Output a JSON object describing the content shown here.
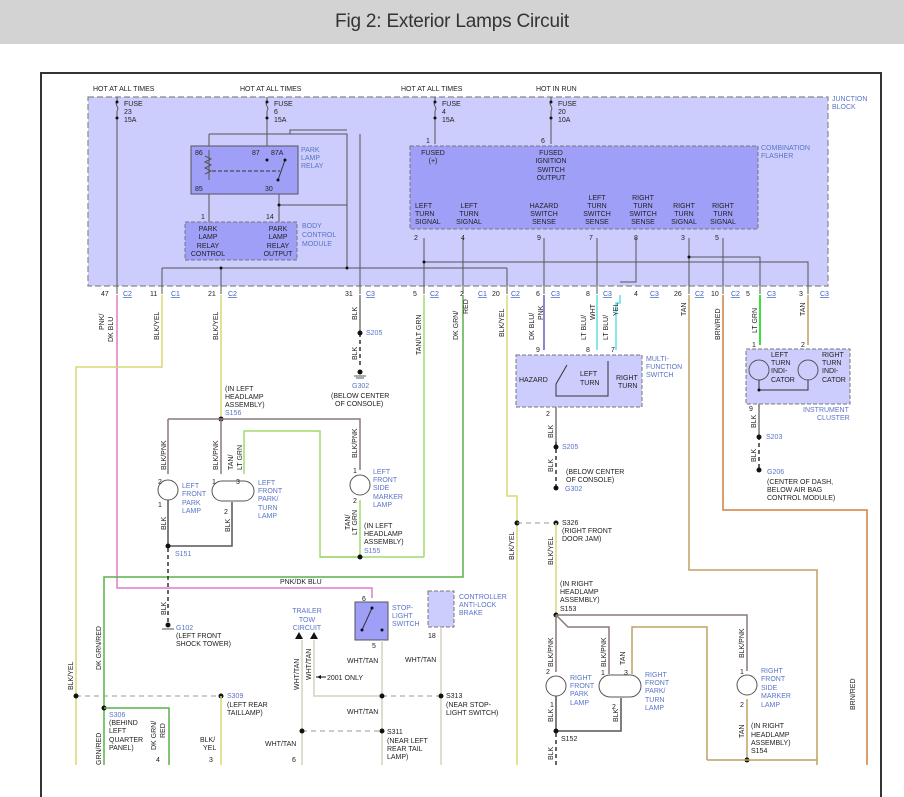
{
  "title": "Fig 2: Exterior Lamps Circuit",
  "power": {
    "hot1": "HOT AT ALL TIMES",
    "hot2": "HOT AT ALL TIMES",
    "hot3": "HOT AT ALL TIMES",
    "hot4": "HOT IN RUN"
  },
  "fuses": [
    {
      "label": "FUSE",
      "num": "23",
      "amps": "15A"
    },
    {
      "label": "FUSE",
      "num": "6",
      "amps": "15A"
    },
    {
      "label": "FUSE",
      "num": "4",
      "amps": "15A"
    },
    {
      "label": "FUSE",
      "num": "20",
      "amps": "10A"
    }
  ],
  "junction_block": {
    "l1": "JUNCTION",
    "l2": "BLOCK"
  },
  "park_relay": {
    "l1": "PARK",
    "l2": "LAMP",
    "l3": "RELAY",
    "p86": "86",
    "p85": "85",
    "p87": "87",
    "p87a": "87A",
    "p30": "30"
  },
  "bcm": {
    "l1": "BODY",
    "l2": "CONTROL",
    "l3": "MODULE",
    "pin1": "1",
    "pin14": "14",
    "left": [
      "PARK",
      "LAMP",
      "RELAY",
      "CONTROL"
    ],
    "right": [
      "PARK",
      "LAMP",
      "RELAY",
      "OUTPUT"
    ]
  },
  "flasher": {
    "l1": "COMBINATION",
    "l2": "FLASHER",
    "pin1": "1",
    "pin6": "6",
    "fused_plus": [
      "FUSED",
      "(+)"
    ],
    "fused_ign": [
      "FUSED",
      "IGNITION",
      "SWITCH",
      "OUTPUT"
    ],
    "outputs": [
      {
        "pin": "2",
        "lines": [
          "LEFT",
          "TURN",
          "SIGNAL"
        ]
      },
      {
        "pin": "4",
        "lines": [
          "LEFT",
          "TURN",
          "SIGNAL"
        ]
      },
      {
        "pin": "9",
        "lines": [
          "HAZARD",
          "SWITCH",
          "SENSE"
        ]
      },
      {
        "pin": "7",
        "lines": [
          "LEFT",
          "TURN",
          "SWITCH",
          "SENSE"
        ]
      },
      {
        "pin": "8",
        "lines": [
          "RIGHT",
          "TURN",
          "SWITCH",
          "SENSE"
        ]
      },
      {
        "pin": "3",
        "lines": [
          "RIGHT",
          "TURN",
          "SIGNAL"
        ]
      },
      {
        "pin": "5",
        "lines": [
          "RIGHT",
          "TURN",
          "SIGNAL"
        ]
      }
    ]
  },
  "connectors": [
    {
      "pin": "47",
      "conn": "C2"
    },
    {
      "pin": "11",
      "conn": "C1"
    },
    {
      "pin": "21",
      "conn": "C2"
    },
    {
      "pin": "31",
      "conn": "C3"
    },
    {
      "pin": "5",
      "conn": "C2"
    },
    {
      "pin": "2",
      "conn": "C1"
    },
    {
      "pin": "20",
      "conn": "C2"
    },
    {
      "pin": "6",
      "conn": "C3"
    },
    {
      "pin": "8",
      "conn": "C3"
    },
    {
      "pin": "4",
      "conn": "C3"
    },
    {
      "pin": "26",
      "conn": "C2"
    },
    {
      "pin": "10",
      "conn": "C2"
    },
    {
      "pin": "5",
      "conn": "C3"
    },
    {
      "pin": "3",
      "conn": "C3"
    }
  ],
  "wires": {
    "pnk_dkblu_1": "PNK/",
    "pnk_dkblu_2": "DK BLU",
    "blk_yel_a": "BLK/YEL",
    "blk_yel_b": "BLK/YEL",
    "blk_yel_c": "BLK/YEL",
    "blk_a": "BLK",
    "blk_b": "BLK",
    "tan_ltgrn": "TAN/LT GRN",
    "dkgrn_red_1": "DK GRN/",
    "dkgrn_red_2": "RED",
    "dkblu": "DK BLU/",
    "pnk": "PNK",
    "ltblu_1": "LT BLU/",
    "wht": "WHT",
    "ltblu_2": "LT BLU/",
    "yel": "YEL",
    "tan_a": "TAN",
    "brn_red": "BRN/RED",
    "lt_grn": "LT GRN",
    "tan_b": "TAN",
    "blk_pnk_1": "BLK/PNK",
    "blk_pnk_2": "BLK/PNK",
    "tan_2": "TAN/",
    "lt_grn_2": "LT GRN",
    "blk_pnk_3": "BLK/PNK",
    "blk_c": "BLK",
    "blk_d": "BLK",
    "tan_3": "TAN/",
    "lt_grn_3": "LT GRN",
    "blk_e": "BLK",
    "blk_f": "BLK",
    "blk_g": "BLK",
    "blk_h": "BLK",
    "blk_i": "BLK",
    "pnk_dkblu_h": "PNK/DK BLU",
    "blk_j": "BLK",
    "blk_yel_d": "BLK/YEL",
    "dk_grn_red_v": "DK GRN/RED",
    "blk_yel_e": "BLK/YEL",
    "blk_yel_f": "BLK/YEL",
    "blk_pnk_4": "BLK/PNK",
    "blk_pnk_5": "BLK/PNK",
    "tan_4": "TAN",
    "blk_pnk_6": "BLK/PNK",
    "blk_k": "BLK",
    "blk_l": "BLK",
    "tan_5": "TAN",
    "blk_m": "BLK",
    "brn_red_2": "BRN/RED",
    "wht_tan_1": "WHT/TAN",
    "wht_tan_2": "WHT/TAN",
    "wht_tan_3": "WHT/TAN",
    "wht_tan_4": "WHT/TAN",
    "wht_tan_5": "WHT/TAN",
    "wht_tan_6": "WHT/TAN",
    "wht_tan_7": "WHT/TAN",
    "grn_red": "GRN/RED",
    "dk_grn_1": "DK GRN/",
    "red_1": "RED",
    "blk_yel_g": "BLK/",
    "yel_g": "YEL",
    "only_2001": "2001 ONLY"
  },
  "splices": {
    "s205a": "S205",
    "g302a": "G302",
    "g302a_note": [
      "(BELOW CENTER",
      "OF CONSOLE)"
    ],
    "s156": "S156",
    "s156_note": [
      "(IN LEFT",
      "HEADLAMP",
      "ASSEMBLY)"
    ],
    "s155": "S155",
    "s155_note": [
      "(IN LEFT",
      "HEADLAMP",
      "ASSEMBLY)"
    ],
    "s151": "S151",
    "g102": "G102",
    "g102_note": [
      "(LEFT FRONT",
      "SHOCK TOWER)"
    ],
    "s205b": "S205",
    "g302b": "G302",
    "g302b_note": [
      "(BELOW CENTER",
      "OF CONSOLE)"
    ],
    "s203": "S203",
    "g206": "G206",
    "g206_note": [
      "(CENTER OF DASH,",
      "BELOW AIR BAG",
      "CONTROL MODULE)"
    ],
    "s326": "S326",
    "s326_note": [
      "(RIGHT FRONT",
      "DOOR JAM)"
    ],
    "s153": "S153",
    "s153_note": [
      "(IN RIGHT",
      "HEADLAMP",
      "ASSEMBLY)"
    ],
    "s152": "S152",
    "s154": "S154",
    "s154_note": [
      "(IN RIGHT",
      "HEADLAMP",
      "ASSEMBLY)"
    ],
    "s309": "S309",
    "s309_note": [
      "(LEFT REAR",
      "TAILLAMP)"
    ],
    "s306": "S306",
    "s306_note": [
      "(BEHIND",
      "LEFT",
      "QUARTER",
      "PANEL)"
    ],
    "s313": "S313",
    "s313_note": [
      "(NEAR STOP-",
      "LIGHT SWITCH)"
    ],
    "s311": "S311",
    "s311_note": [
      "(NEAR LEFT",
      "REAR TAIL",
      "LAMP)"
    ]
  },
  "components": {
    "mfs": {
      "l1": "MULTI-",
      "l2": "FUNCTION",
      "l3": "SWITCH",
      "hazard": "HAZARD",
      "left": [
        "LEFT",
        "TURN"
      ],
      "right": [
        "RIGHT",
        "TURN"
      ],
      "p9": "9",
      "p8": "8",
      "p7": "7",
      "p2": "2"
    },
    "cluster": {
      "l1": "INSTRUMENT",
      "l2": "CLUSTER",
      "left": [
        "LEFT",
        "TURN",
        "INDI-",
        "CATOR"
      ],
      "right": [
        "RIGHT",
        "TURN",
        "INDI-",
        "CATOR"
      ],
      "p1": "1",
      "p2": "2",
      "p9": "9"
    },
    "lf_park": {
      "lines": [
        "LEFT",
        "FRONT",
        "PARK",
        "LAMP"
      ],
      "p2": "2",
      "p1": "1"
    },
    "lf_turn": {
      "lines": [
        "LEFT",
        "FRONT",
        "PARK/",
        "TURN",
        "LAMP"
      ],
      "p1": "1",
      "p3": "3",
      "p2": "2"
    },
    "lf_side": {
      "lines": [
        "LEFT",
        "FRONT",
        "SIDE",
        "MARKER",
        "LAMP"
      ],
      "p1": "1",
      "p2": "2"
    },
    "rf_park": {
      "lines": [
        "RIGHT",
        "FRONT",
        "PARK",
        "LAMP"
      ],
      "p2": "2",
      "p1": "1"
    },
    "rf_turn": {
      "lines": [
        "RIGHT",
        "FRONT",
        "PARK/",
        "TURN",
        "LAMP"
      ],
      "p1": "1",
      "p3": "3",
      "p2": "2"
    },
    "rf_side": {
      "lines": [
        "RIGHT",
        "FRONT",
        "SIDE",
        "MARKER",
        "LAMP"
      ],
      "p1": "1",
      "p2": "2"
    },
    "stop_switch": {
      "l1": "STOP-",
      "l2": "LIGHT",
      "l3": "SWITCH",
      "p6": "6",
      "p5": "5"
    },
    "abs": {
      "l1": "CONTROLLER",
      "l2": "ANTI-LOCK",
      "l3": "BRAKE",
      "p18": "18"
    },
    "trailer": {
      "l1": "TRAILER",
      "l2": "TOW",
      "l3": "CIRCUIT"
    },
    "rear_pins": {
      "p4": "4",
      "p3": "3",
      "p6": "6"
    }
  },
  "colors": {
    "junction_fill": "#cccdfc",
    "module_fill": "#9f9ff7",
    "pink": "#e17cc7",
    "yellow": "#d8d870",
    "green": "#5cb04a",
    "lt_green": "#22dd22",
    "cyan": "#5ee0e0",
    "tan": "#c0a060",
    "brown_red": "#d08040",
    "blk_pink": "#8a7878",
    "wht_tan": "#d7d0c0"
  }
}
